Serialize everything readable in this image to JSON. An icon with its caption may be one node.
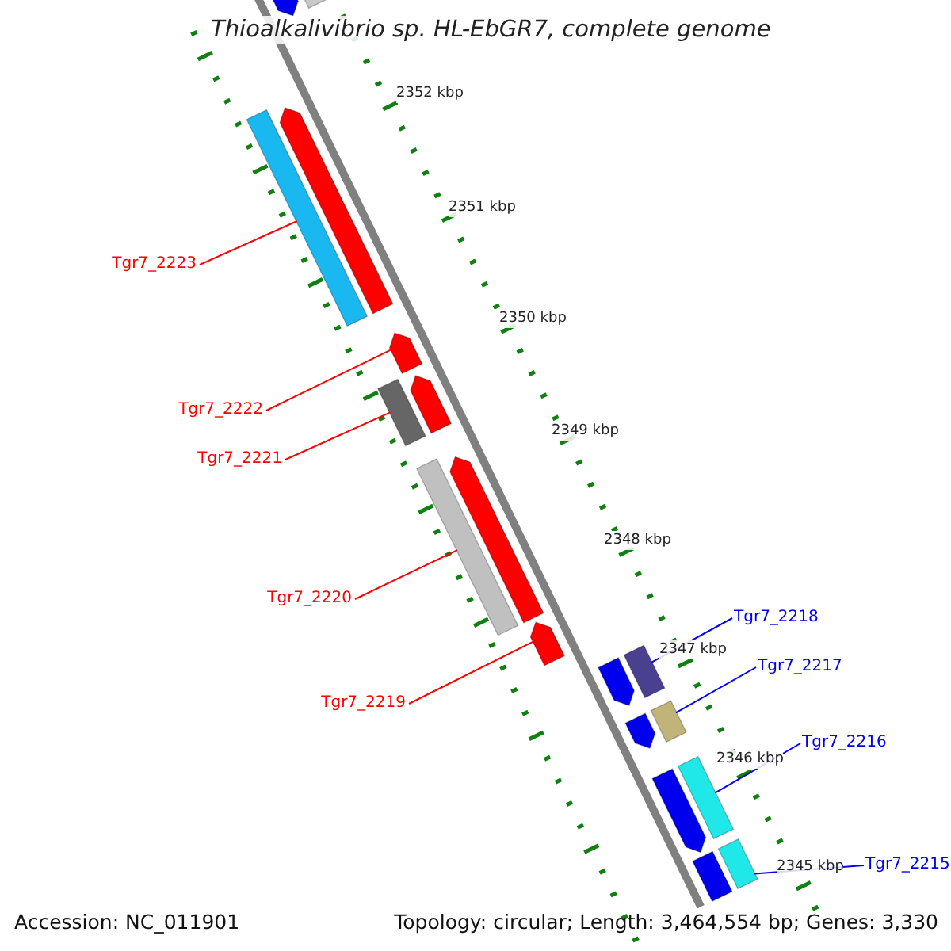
{
  "diagram": {
    "title": "Thioalkalivibrio sp. HL-EbGR7, complete genome",
    "nodes": [
      {
        "text": [
          "Tgr7_2223"
        ]
      },
      {
        "text": [],
        "shape": "arrow"
      },
      {
        "text": [
          "Tgr7_2222"
        ]
      },
      {
        "text": [],
        "shape": "arrow"
      },
      {
        "text": [
          "Tgr7_2221"
        ]
      },
      {
        "text": [],
        "shape": "arrow"
      },
      {
        "text": [
          "Tgr7_2220"
        ]
      },
      {
        "text": [],
        "shape": "arrow"
      },
      {
        "text": [
          "Tgr7_2219"
        ]
      },
      {
        "text": [],
        "shape": "arrow"
      },
      {
        "text": [
          "Tgr7_2218"
        ]
      },
      {
        "text": [],
        "shape": "arrow"
      },
      {
        "text": [
          "Tgr7_2217"
        ]
      },
      {
        "text": [],
        "shape": "arrow"
      },
      {
        "text": [
          "Tgr7_2216"
        ]
      },
      {
        "text": [],
        "shape": "arrow"
      },
      {
        "text": [
          "Tgr7_2215"
        ]
      },
      {
        "text": [],
        "shape": "arrow"
      }
    ],
    "edges": [
      {
        "from": 0,
        "to": 1,
        "arrow": "none"
      },
      {
        "from": 2,
        "to": 3,
        "arrow": "none"
      },
      {
        "from": 4,
        "to": 5,
        "arrow": "none"
      },
      {
        "from": 6,
        "to": 7,
        "arrow": "none"
      },
      {
        "from": 8,
        "to": 9,
        "arrow": "none"
      },
      {
        "from": 10,
        "to": 11,
        "arrow": "none",
        "color": "#0000ff"
      },
      {
        "from": 12,
        "to": 13,
        "arrow": "none",
        "color": "#0000ff"
      },
      {
        "from": 14,
        "to": 15,
        "arrow": "none",
        "color": "#0000ff"
      },
      {
        "from": 16,
        "to": 17,
        "arrow": "none",
        "color": "#0000ff"
      }
    ],
    "labels": [
      "2352 kbp",
      "2351 kbp",
      "2350 kbp",
      "2349 kbp",
      "2348 kbp",
      "2347 kbp",
      "2346 kbp",
      "2345 kbp",
      "Accession: NC_011901",
      "Topology: circular; Length: 3,464,554 bp; Genes: 3,330"
    ]
  }
}
